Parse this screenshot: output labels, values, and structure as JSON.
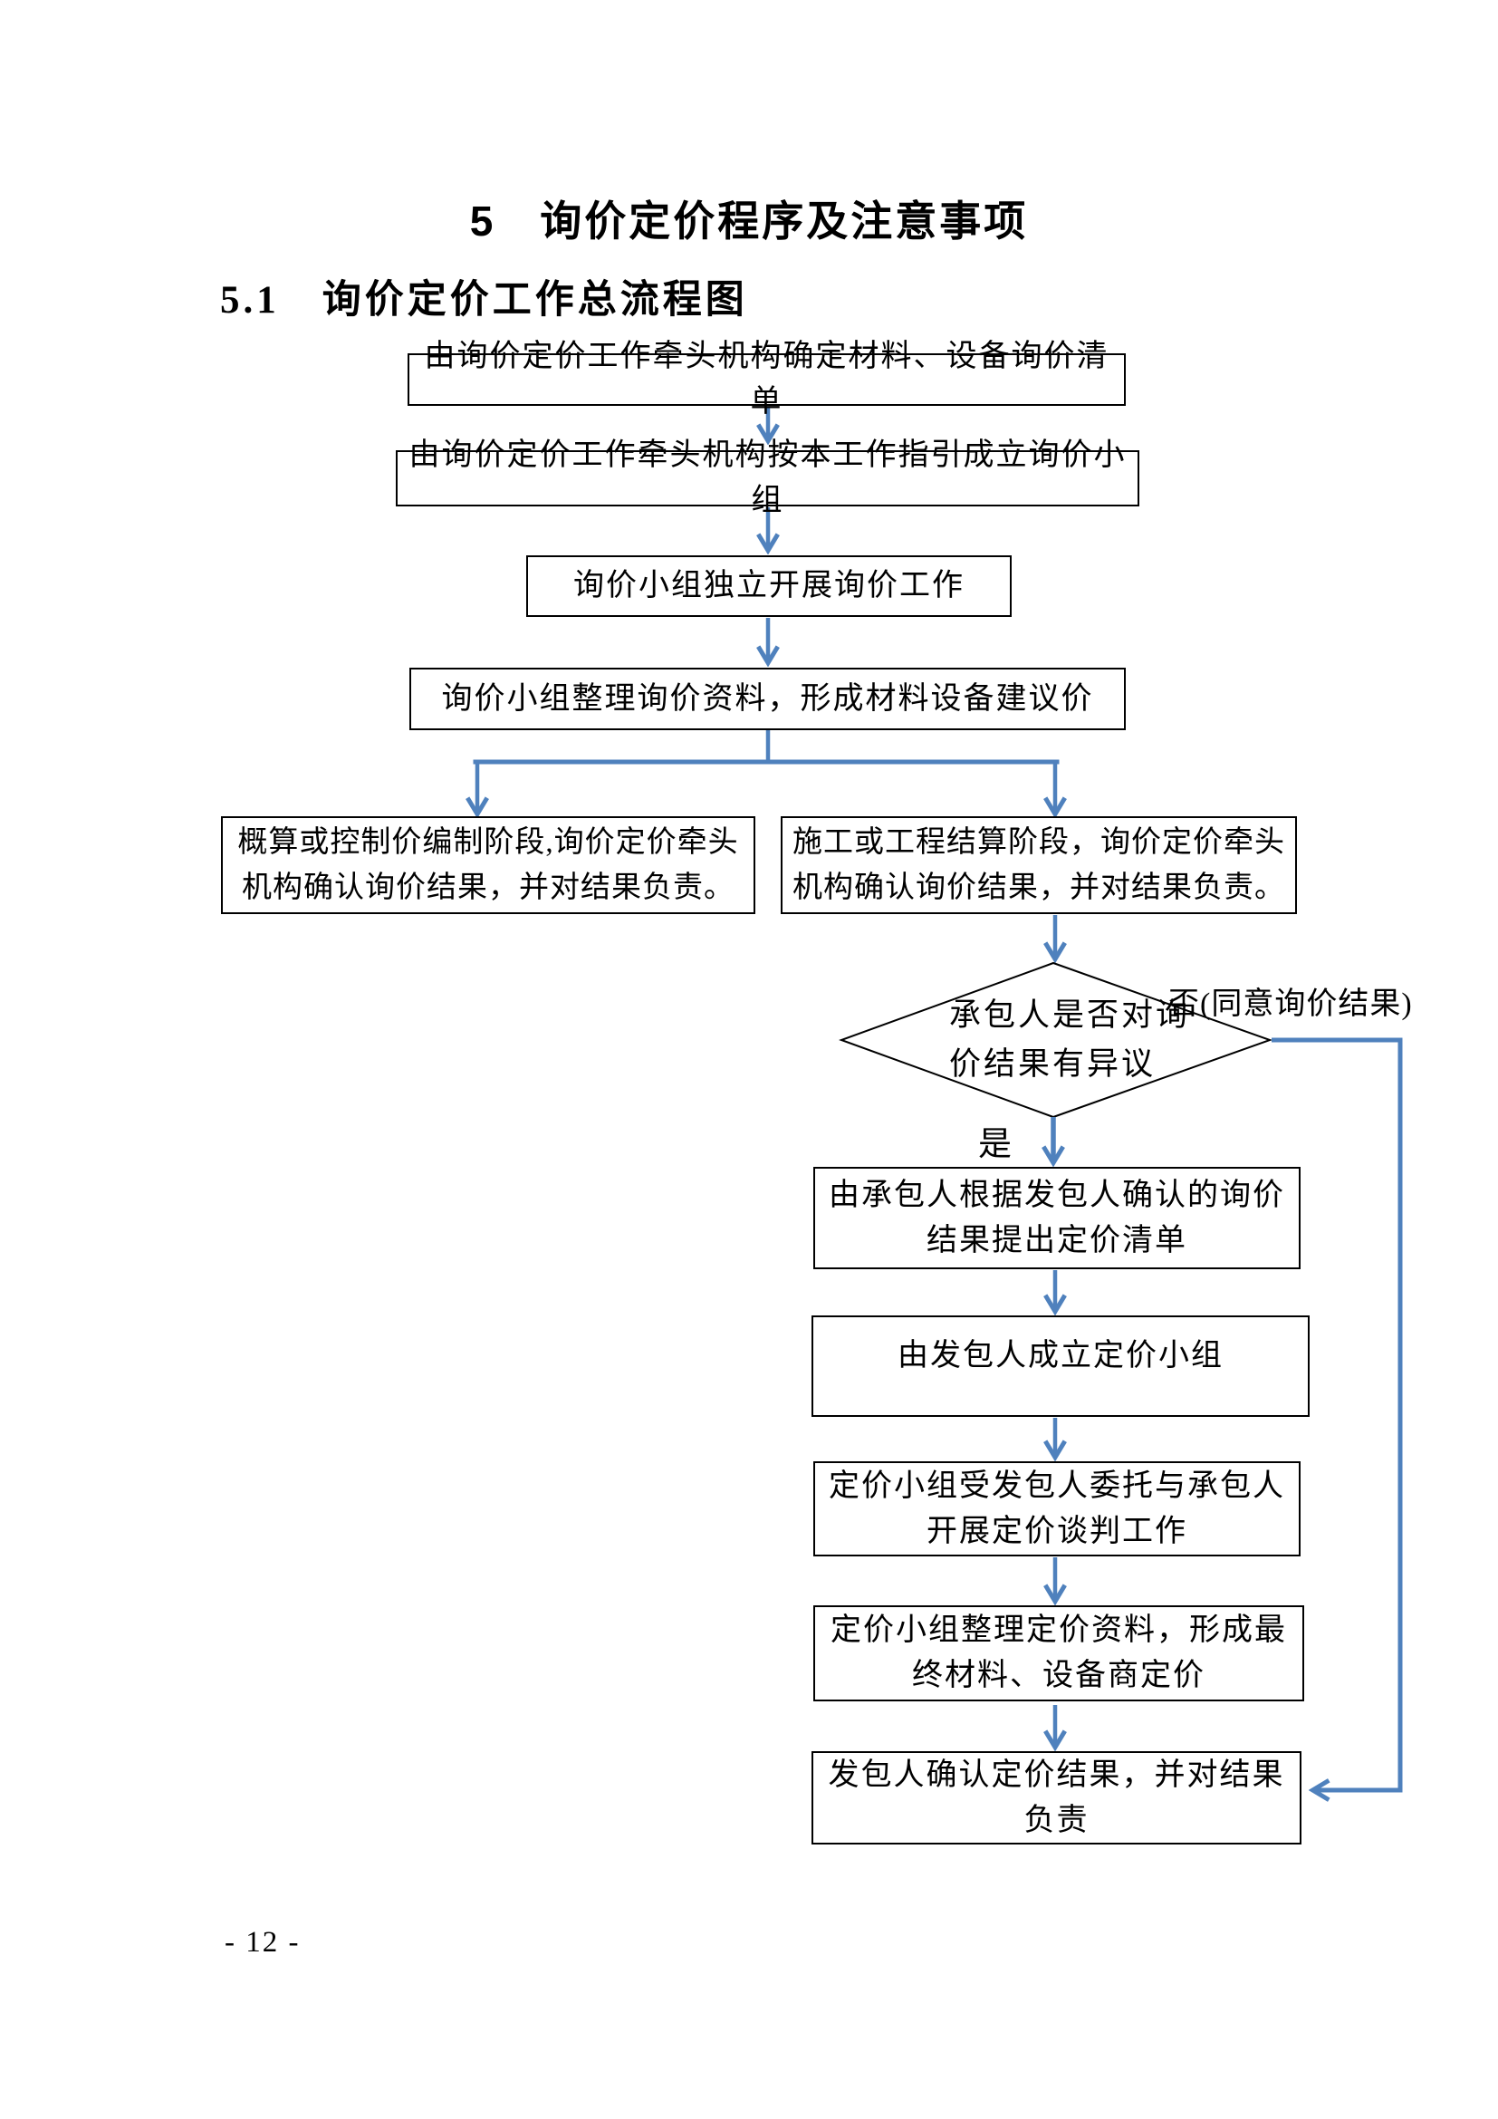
{
  "page": {
    "title": "5　询价定价程序及注意事项",
    "section_heading": "5.1　询价定价工作总流程图",
    "page_number": "- 12 -"
  },
  "colors": {
    "arrow_blue": "#4f81bd",
    "box_border": "#000000",
    "text": "#000000",
    "background": "#ffffff"
  },
  "flowchart": {
    "boxes": [
      {
        "text": "由询价定价工作牵头机构确定材料、设备询价清单"
      },
      {
        "text": "由询价定价工作牵头机构按本工作指引成立询价小组"
      },
      {
        "text": "询价小组独立开展询价工作"
      },
      {
        "text": "询价小组整理询价资料，形成材料设备建议价"
      },
      {
        "text": "概算或控制价编制阶段,询价定价牵头机构确认询价结果，并对结果负责。"
      },
      {
        "text": "施工或工程结算阶段，询价定价牵头机构确认询价结果，并对结果负责。"
      },
      {
        "text": "由承包人根据发包人确认的询价结果提出定价清单"
      },
      {
        "text": "由发包人成立定价小组"
      },
      {
        "text": "定价小组受发包人委托与承包人开展定价谈判工作"
      },
      {
        "text": "定价小组整理定价资料，形成最终材料、设备商定价"
      },
      {
        "text": "发包人确认定价结果，并对结果负责"
      }
    ],
    "decision": {
      "text": "承包人是否对询价结果有异议"
    },
    "branch_labels": {
      "no": "否(同意询价结果)",
      "yes": "是"
    }
  }
}
